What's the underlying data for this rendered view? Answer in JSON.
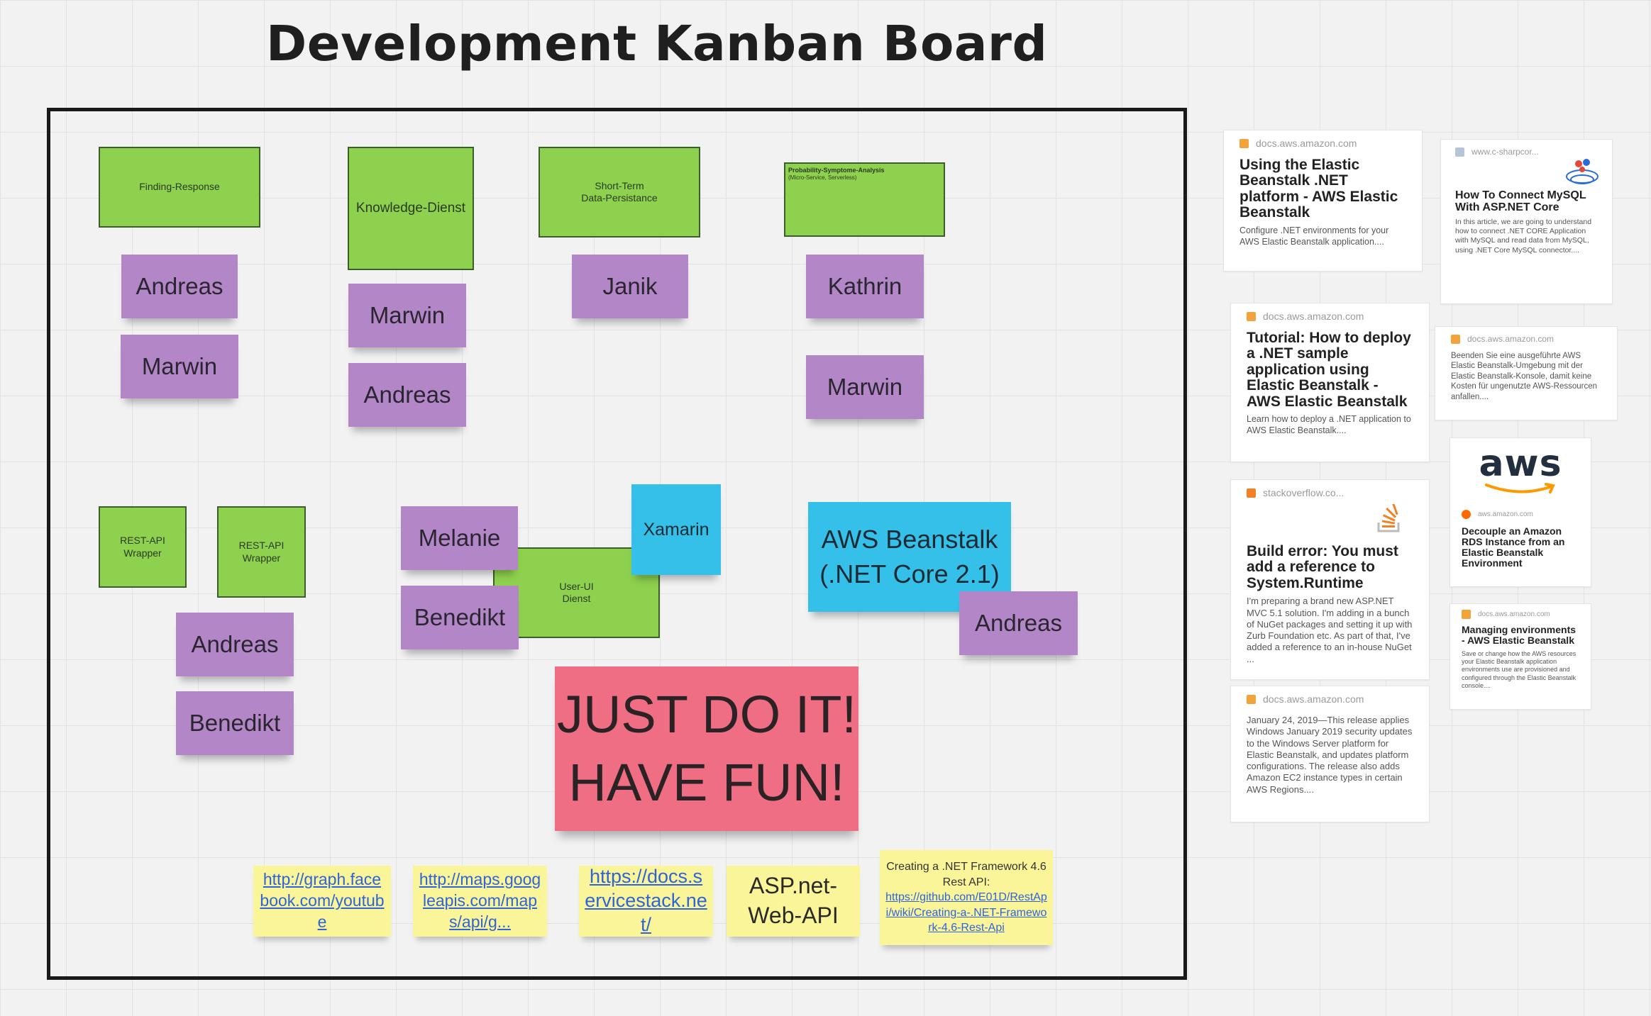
{
  "board": {
    "title": "Development Kanban Board"
  },
  "colors": {
    "green": "#8ed14e",
    "purple": "#b386c8",
    "blue": "#34c0e8",
    "red": "#ef6e83",
    "yellow": "#fbf59a",
    "link": "#2f63d9"
  },
  "green_notes": {
    "finding_response": "Finding-Response",
    "knowledge": "Knowledge-Dienst",
    "short_term_1": "Short-Term",
    "short_term_2": "Data-Persistance",
    "probability_title": "Probability-Symptome-Analysis",
    "probability_sub": "(Micro-Service, Serverless)",
    "rest1_1": "REST-API",
    "rest1_2": "Wrapper",
    "rest2_1": "REST-API",
    "rest2_2": "Wrapper",
    "user_ui_1": "User-UI",
    "user_ui_2": "Dienst"
  },
  "purple_notes": {
    "andreas_1": "Andreas",
    "marwin_1": "Marwin",
    "marwin_2": "Marwin",
    "andreas_2": "Andreas",
    "janik": "Janik",
    "kathrin": "Kathrin",
    "marwin_3": "Marwin",
    "melanie": "Melanie",
    "benedikt_1": "Benedikt",
    "andreas_3": "Andreas",
    "benedikt_2": "Benedikt",
    "andreas_4": "Andreas"
  },
  "blue_notes": {
    "xamarin": "Xamarin",
    "aws_1": "AWS Beanstalk",
    "aws_2": "(.NET Core 2.1)"
  },
  "red_note": {
    "line1": "JUST DO IT!",
    "line2": "HAVE FUN!"
  },
  "yellow_notes": {
    "link1": "http://graph.facebook.com/youtube",
    "link2": "http://maps.googleapis.com/maps/api/g...",
    "link3": "https://docs.servicestack.net/",
    "aspnet": "ASP.net-Web-API",
    "framework_text": "Creating a .NET Framework 4.6 Rest API:",
    "framework_link": "https://github.com/E01D/RestApi/wiki/Creating-a-.NET-Framework-4.6-Rest-Api"
  },
  "link_cards": [
    {
      "source": "docs.aws.amazon.com",
      "title": "Using the Elastic Beanstalk .NET platform - AWS Elastic Beanstalk",
      "desc": "Configure .NET environments for your AWS Elastic Beanstalk application...."
    },
    {
      "source": "www.c-sharpcor...",
      "title": "How To Connect MySQL With ASP.NET Core",
      "desc": "In this article, we are going to understand how to connect .NET CORE Application with MySQL and read data from MySQL, using .NET Core MySQL connector...."
    },
    {
      "source": "docs.aws.amazon.com",
      "title": "Tutorial: How to deploy a .NET sample application using Elastic Beanstalk - AWS Elastic Beanstalk",
      "desc": "Learn how to deploy a .NET application to AWS Elastic Beanstalk...."
    },
    {
      "source": "docs.aws.amazon.com",
      "title": "",
      "desc": "Beenden Sie eine ausgeführte AWS Elastic Beanstalk-Umgebung mit der Elastic Beanstalk-Konsole, damit keine Kosten für ungenutzte AWS-Ressourcen anfallen...."
    },
    {
      "source": "stackoverflow.co...",
      "title": "Build error: You must add a reference to System.Runtime",
      "desc": "I'm preparing a brand new ASP.NET MVC 5.1 solution. I'm adding in a bunch of NuGet packages and setting it up with Zurb Foundation etc.  As part of that, I've added a reference to an in-house NuGet ..."
    },
    {
      "source": "aws.amazon.com",
      "logo_text": "aws",
      "title": "Decouple an Amazon RDS Instance from an Elastic Beanstalk Environment",
      "desc": ""
    },
    {
      "source": "docs.aws.amazon.com",
      "title": "Managing environments - AWS Elastic Beanstalk",
      "desc": "Save or change how the AWS resources your Elastic Beanstalk application environments use are provisioned and configured through the Elastic Beanstalk console...."
    },
    {
      "source": "docs.aws.amazon.com",
      "title": "",
      "desc": "January 24, 2019—This release applies Windows January 2019 security updates to the Windows Server platform for Elastic Beanstalk, and updates platform configurations. The release also adds Amazon EC2 instance types in certain AWS Regions...."
    }
  ]
}
